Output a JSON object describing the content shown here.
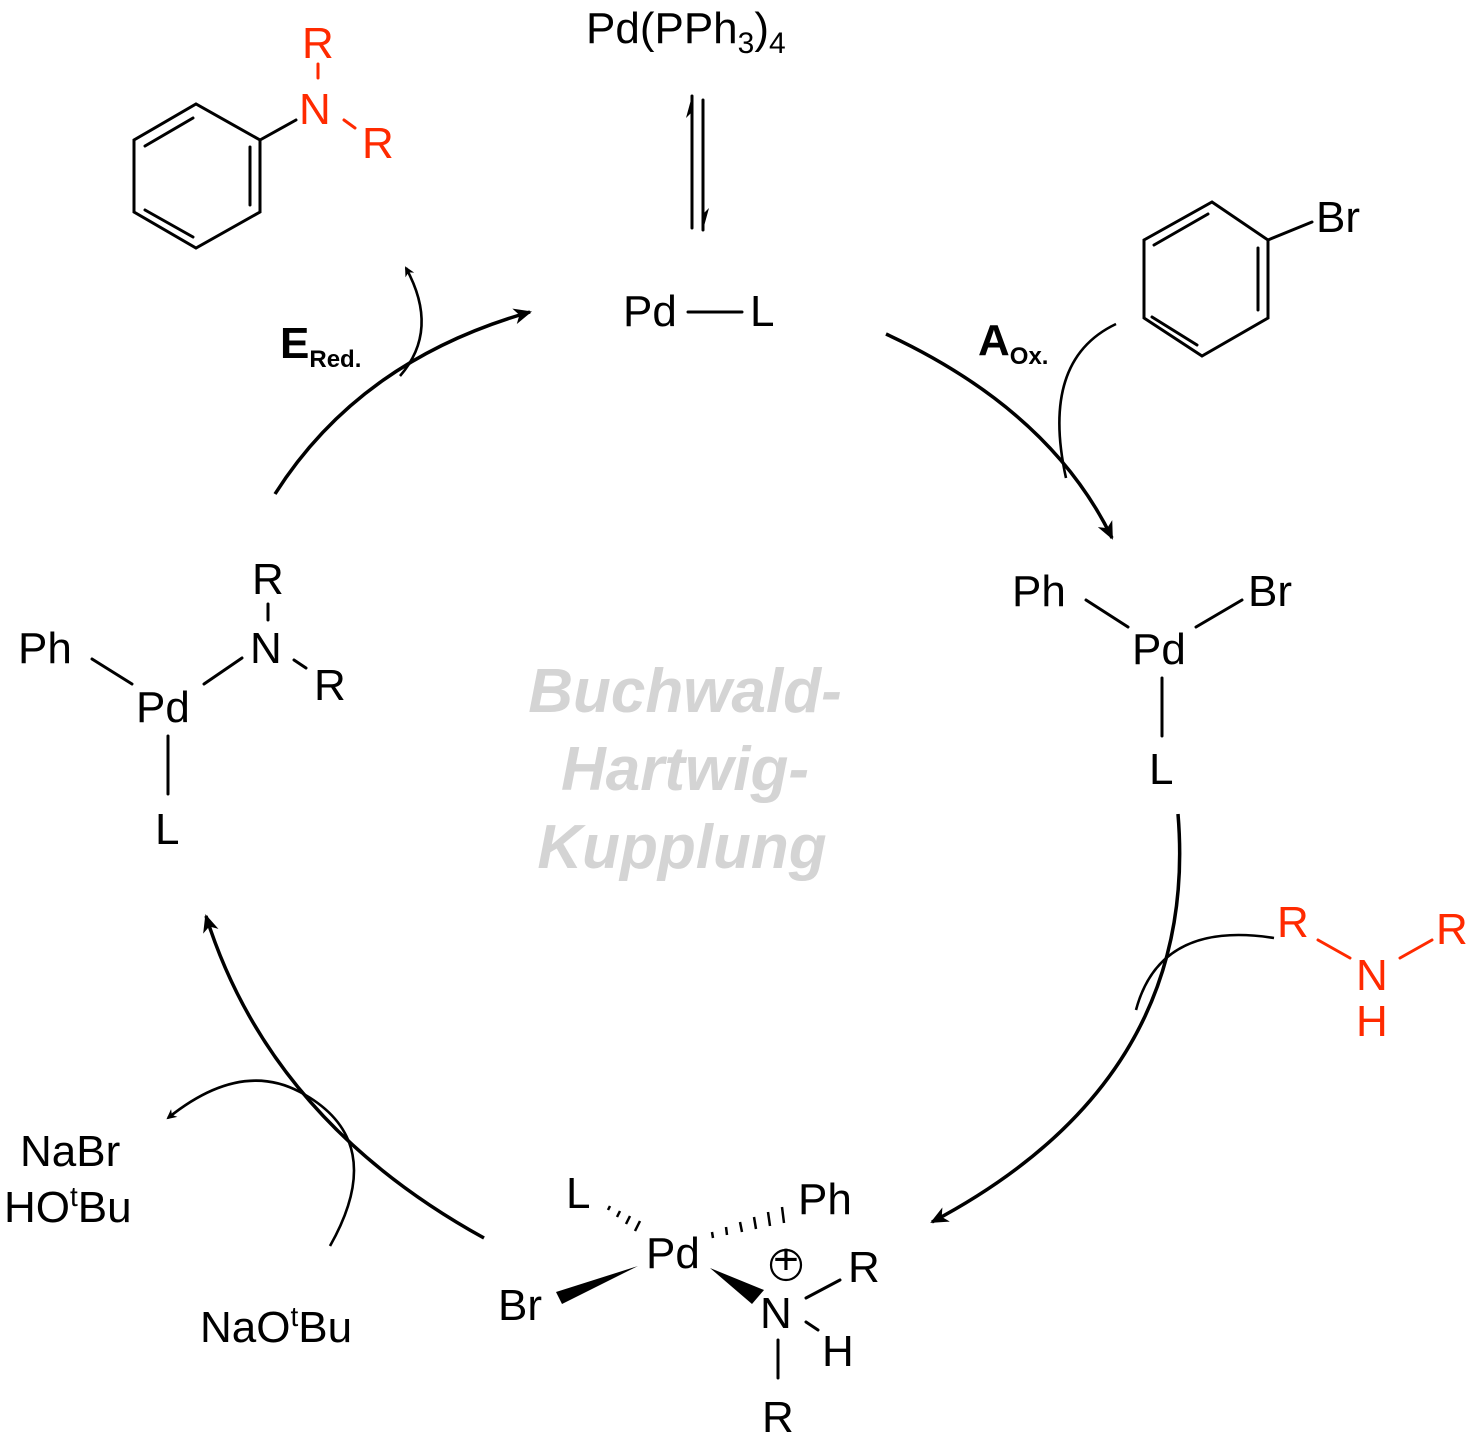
{
  "title": [
    "Buchwald-",
    "Hartwig-",
    "Kupplung"
  ],
  "precatalyst": {
    "main": "Pd(PPh",
    "sub1": "3",
    "close": ")",
    "sub2": "4"
  },
  "catalyst": {
    "metal": "Pd",
    "ligand": "L"
  },
  "aryl_halide": {
    "halogen": "Br"
  },
  "oxidative_addition": {
    "letter": "A",
    "sub": "Ox."
  },
  "reductive_elimination": {
    "letter": "E",
    "sub": "Red."
  },
  "ox_add_complex": {
    "aryl": "Ph",
    "halogen": "Br",
    "metal": "Pd",
    "ligand": "L"
  },
  "amine": {
    "r1": "R",
    "n": "N",
    "r2": "R",
    "h": "H"
  },
  "amine_complex": {
    "ligand": "L",
    "aryl": "Ph",
    "metal": "Pd",
    "halogen": "Br",
    "charge": "+",
    "n": "N",
    "r1": "R",
    "h": "H",
    "r2": "R"
  },
  "base": {
    "pre": "NaO",
    "sup": "t",
    "post": "Bu"
  },
  "byproducts": {
    "salt": "NaBr",
    "alcohol_pre": "HO",
    "alcohol_sup": "t",
    "alcohol_post": "Bu"
  },
  "amido_complex": {
    "aryl": "Ph",
    "metal": "Pd",
    "ligand": "L",
    "n": "N",
    "r1": "R",
    "r2": "R"
  },
  "product": {
    "n": "N",
    "r1": "R",
    "r2": "R"
  },
  "colors": {
    "highlight": "#ff2a00",
    "watermark": "#d4d4d4",
    "ink": "#000000"
  }
}
